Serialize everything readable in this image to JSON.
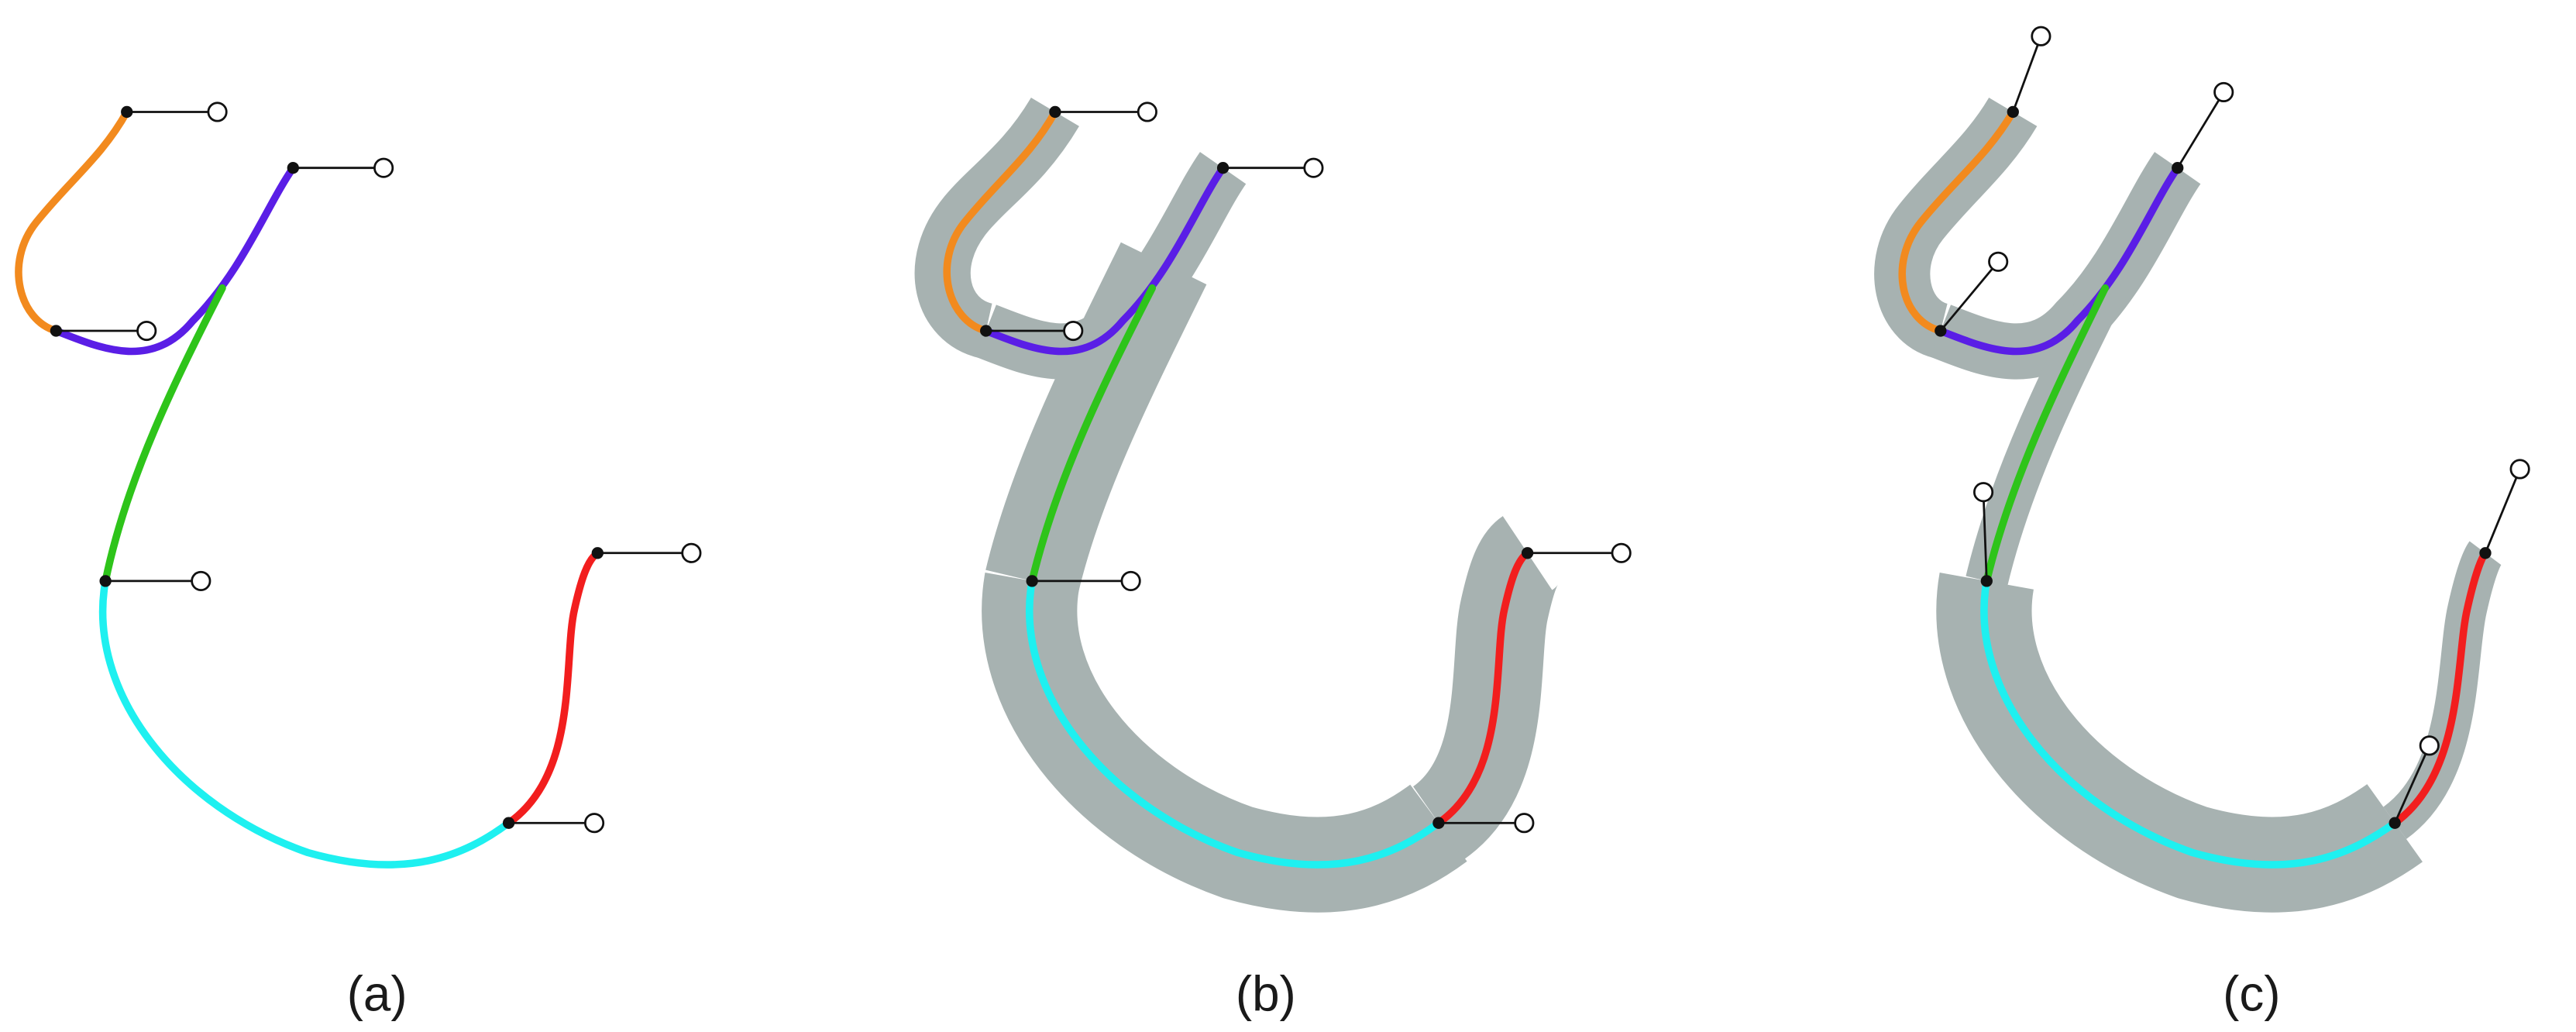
{
  "panels": [
    {
      "id": "a",
      "label": "(a)"
    },
    {
      "id": "b",
      "label": "(b)"
    },
    {
      "id": "c",
      "label": "(c)"
    }
  ],
  "segment_colors": {
    "orange": "#f28a1e",
    "purple": "#5a1ee6",
    "green": "#2ec41a",
    "cyan": "#1ef0f0",
    "red": "#f21e1e"
  },
  "band_color": "#a7b2b1",
  "icons": {
    "knot": "filled-black-dot",
    "control_point": "open-circle"
  }
}
